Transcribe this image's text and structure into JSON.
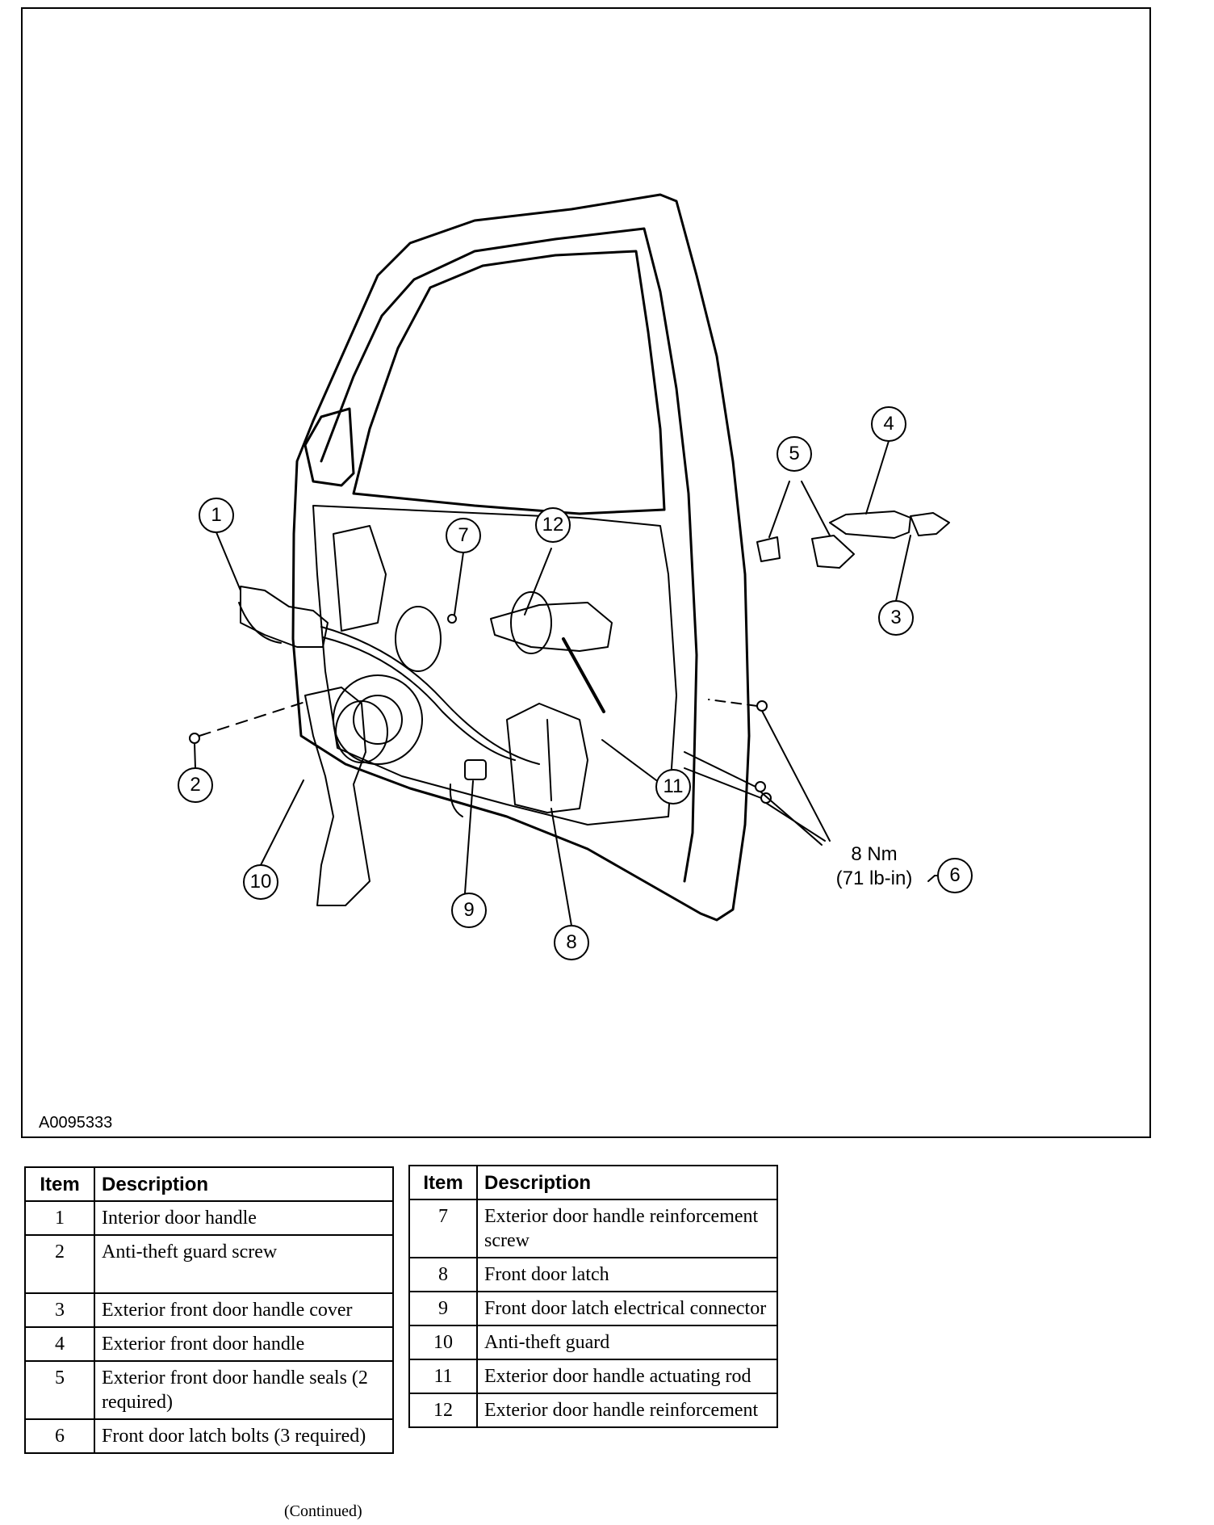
{
  "figure": {
    "id_label": "A0095333",
    "torque_spec": {
      "line1": "8 Nm",
      "line2": "(71 lb-in)"
    },
    "callouts": [
      "1",
      "2",
      "3",
      "4",
      "5",
      "6",
      "7",
      "8",
      "9",
      "10",
      "11",
      "12"
    ]
  },
  "legend_left": {
    "header_item": "Item",
    "header_description": "Description",
    "rows": [
      {
        "item": "1",
        "description": "Interior door handle"
      },
      {
        "item": "2",
        "description": "Anti-theft guard screw"
      },
      {
        "item": "3",
        "description": "Exterior front door handle cover"
      },
      {
        "item": "4",
        "description": "Exterior front door handle"
      },
      {
        "item": "5",
        "description": "Exterior front door handle seals (2 required)"
      },
      {
        "item": "6",
        "description": "Front door latch bolts (3 required)"
      }
    ]
  },
  "legend_right": {
    "header_item": "Item",
    "header_description": "Description",
    "rows": [
      {
        "item": "7",
        "description": "Exterior door handle reinforcement screw"
      },
      {
        "item": "8",
        "description": "Front door latch"
      },
      {
        "item": "9",
        "description": "Front door latch electrical connector"
      },
      {
        "item": "10",
        "description": "Anti-theft guard"
      },
      {
        "item": "11",
        "description": "Exterior door handle actuating rod"
      },
      {
        "item": "12",
        "description": "Exterior door handle reinforcement"
      }
    ]
  },
  "footer": {
    "continued": "(Continued)"
  }
}
